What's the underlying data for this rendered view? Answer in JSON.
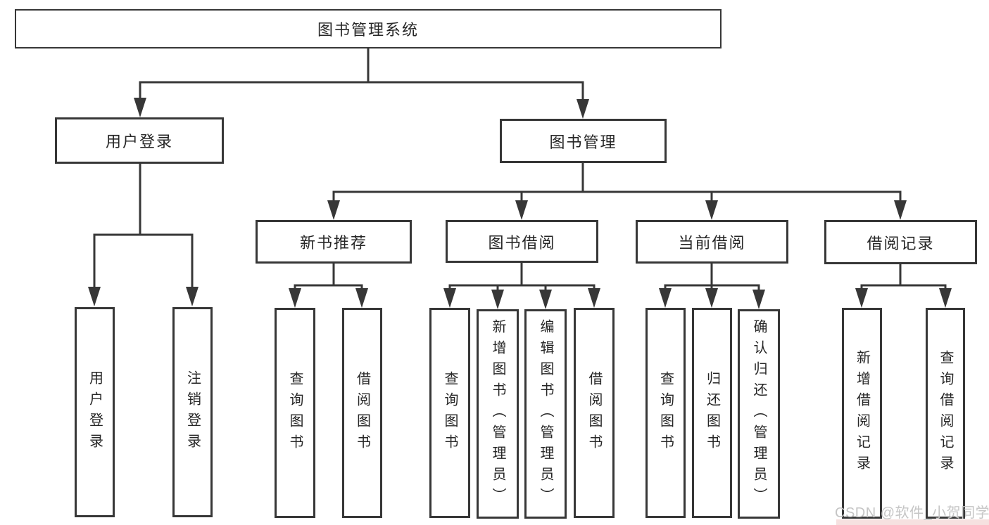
{
  "diagram": {
    "root": {
      "label": "图书管理系统"
    },
    "branches": [
      {
        "label": "用户登录",
        "children": [
          {
            "label": "用户登录"
          },
          {
            "label": "注销登录"
          }
        ]
      },
      {
        "label": "图书管理",
        "children": [
          {
            "label": "新书推荐",
            "children": [
              {
                "label": "查询图书"
              },
              {
                "label": "借阅图书"
              }
            ]
          },
          {
            "label": "图书借阅",
            "children": [
              {
                "label": "查询图书"
              },
              {
                "label": "新增图书（管理员）"
              },
              {
                "label": "编辑图书（管理员）"
              },
              {
                "label": "借阅图书"
              }
            ]
          },
          {
            "label": "当前借阅",
            "children": [
              {
                "label": "查询图书"
              },
              {
                "label": "归还图书"
              },
              {
                "label": "确认归还（管理员）"
              }
            ]
          },
          {
            "label": "借阅记录",
            "children": [
              {
                "label": "新增借阅记录"
              },
              {
                "label": "查询借阅记录"
              }
            ]
          }
        ]
      }
    ]
  },
  "watermark": {
    "text": "CSDN @软件_小贺同学"
  },
  "colors": {
    "line": "#373737",
    "border": "#373737",
    "text": "#262626",
    "background": "#ffffff",
    "watermark": "#c5c5c5",
    "watermark_tint": "#f5dcda"
  }
}
